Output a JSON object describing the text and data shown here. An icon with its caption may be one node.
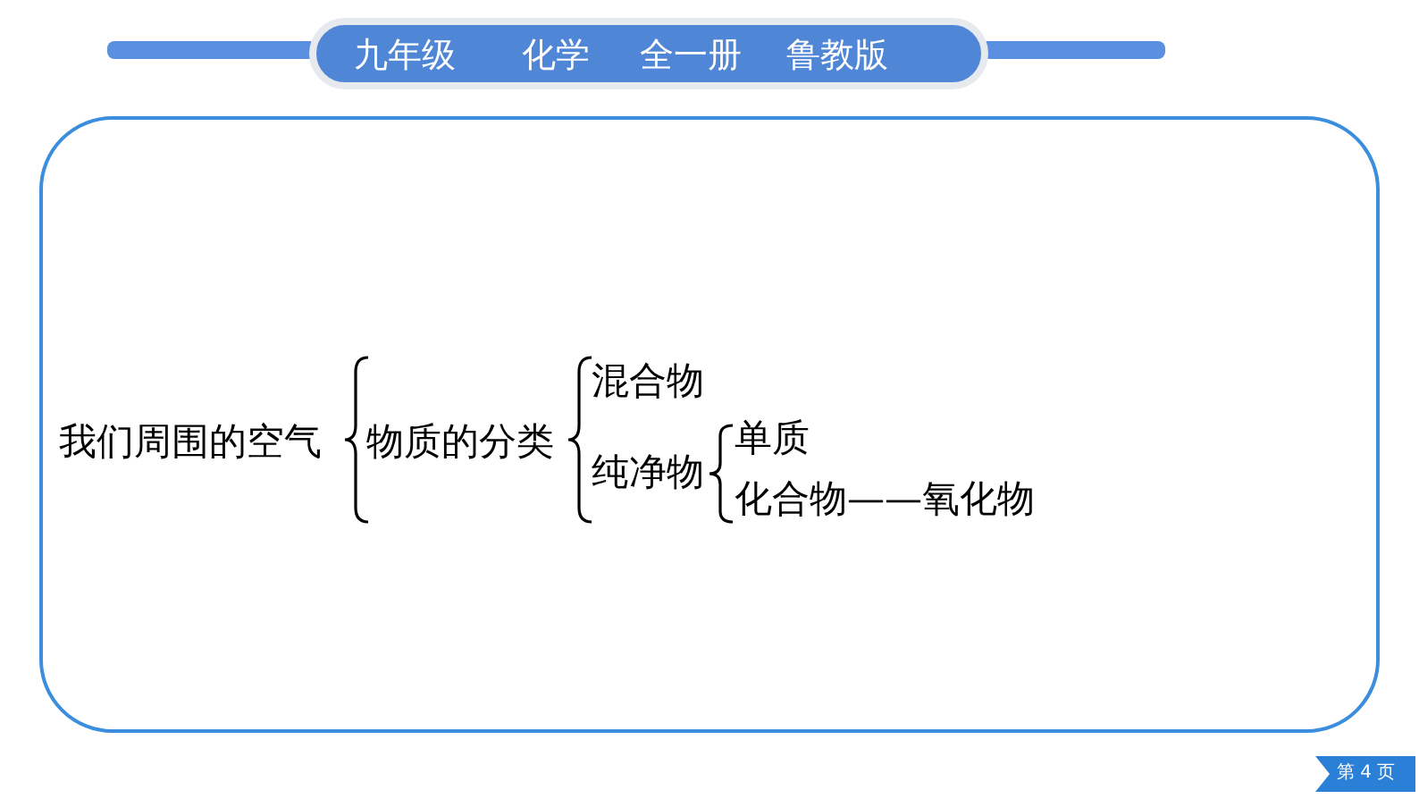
{
  "diagram": {
    "labels": [
      "九年级",
      "化学",
      "全一册",
      "鲁教版",
      "我们周围的空气",
      "物质的分类",
      "混合物",
      "纯净物",
      "单质",
      "化合物——氧化物",
      "第 4 页"
    ]
  }
}
